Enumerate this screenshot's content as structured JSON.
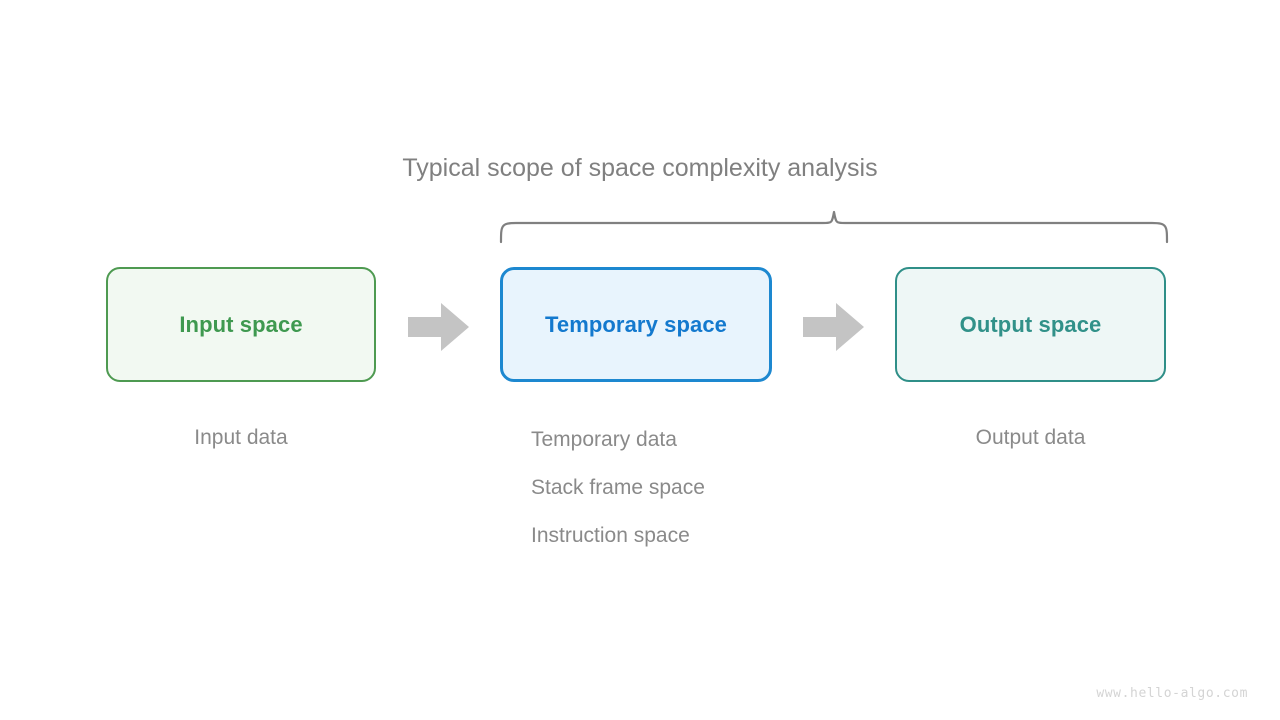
{
  "diagram": {
    "scope_title": "Typical scope of space complexity analysis",
    "boxes": [
      {
        "label": "Input space",
        "caption": "Input data",
        "color": "#3f9950"
      },
      {
        "label": "Temporary space",
        "caption": "Temporary data",
        "color": "#1379ce"
      },
      {
        "label": "Output space",
        "caption": "Output data",
        "color": "#319189"
      }
    ],
    "temporary_captions": [
      "Temporary data",
      "Stack frame space",
      "Instruction space"
    ],
    "arrows": [
      {
        "name": "arrow-input-to-temporary"
      },
      {
        "name": "arrow-temporary-to-output"
      }
    ],
    "colors": {
      "green_border": "#4e9a51",
      "green_fill": "#f2f9f2",
      "blue_border": "#1d88d0",
      "blue_fill": "#e8f4fd",
      "teal_border": "#2f8f88",
      "teal_fill": "#eef7f6",
      "arrow_gray": "#c4c4c4",
      "brace_gray": "#808080",
      "caption_gray": "#8a8a8a"
    }
  },
  "watermark": "www.hello-algo.com"
}
